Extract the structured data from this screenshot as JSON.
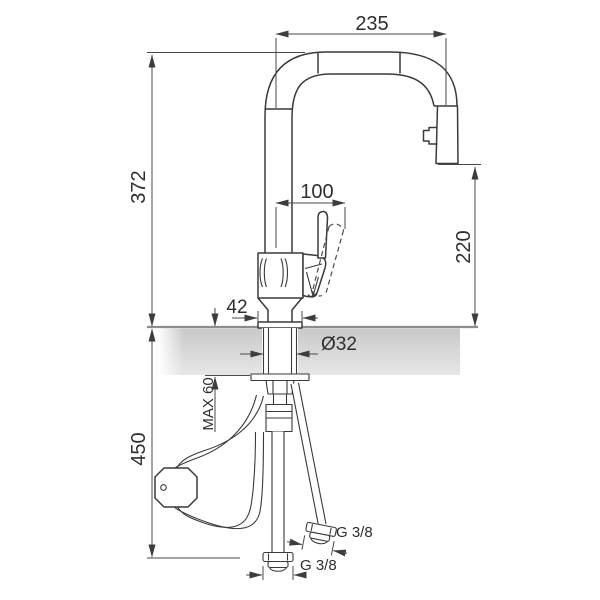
{
  "drawing": {
    "subject": "kitchen mixer tap with pull-out spray — installation dimension drawing",
    "labels": {
      "spout_reach": "235",
      "total_height": "372",
      "handle_projection": "100",
      "outlet_clearance": "220",
      "base_width": "42",
      "hole_diameter": "Ø32",
      "max_deck_thickness": "MAX 60",
      "below_deck_drop": "450",
      "angled_hose_thread": "G 3/8",
      "straight_hose_thread": "G 3/8"
    },
    "colors": {
      "line": "#3a3a3a",
      "dim": "#4a4a4a",
      "ctop": "#8d8d8d",
      "counter_fill_top": "#c9c9c9",
      "counter_fill_bottom": "#e6e6e6",
      "bg": "#ffffff"
    }
  }
}
